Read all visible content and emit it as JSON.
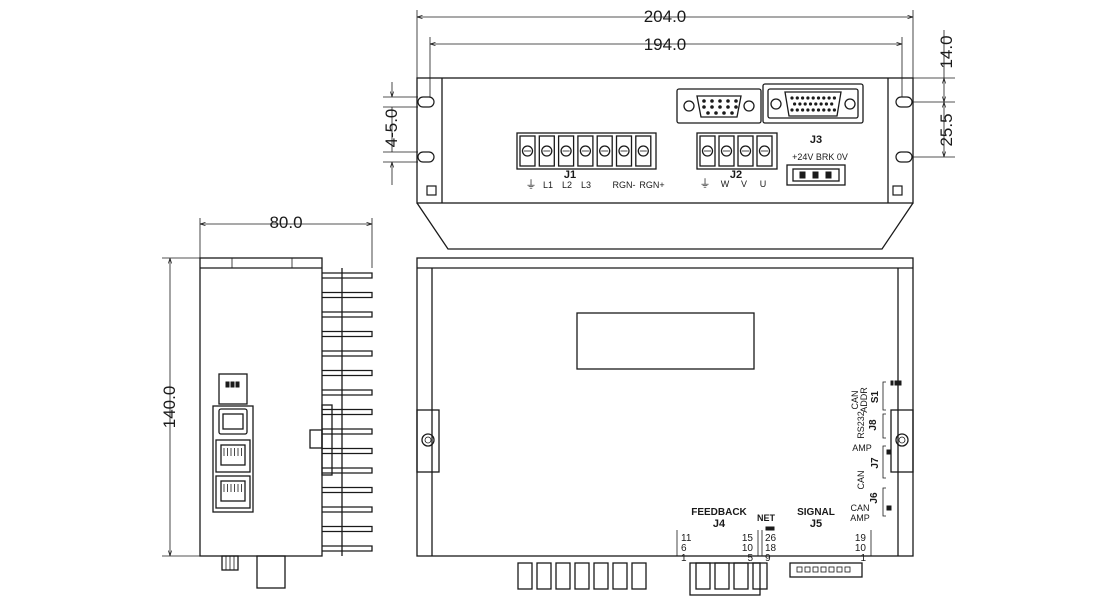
{
  "dimensions": {
    "overall_width": "204.0",
    "hole_spacing": "194.0",
    "right_top": "14.0",
    "right_bottom": "25.5",
    "left_slot": "4-5.0",
    "side_width": "80.0",
    "side_height": "140.0"
  },
  "j1": {
    "title": "J1",
    "ground": "⏚",
    "pins": [
      "L1",
      "L2",
      "L3",
      "RGN-",
      "RGN+"
    ]
  },
  "j2": {
    "title": "J2",
    "ground": "⏚",
    "pins": [
      "W",
      "V",
      "U"
    ]
  },
  "j3": {
    "title": "J3",
    "label": "+24V BRK 0V"
  },
  "front_labels": {
    "can_addr": "CAN ADDR",
    "s1": "S1",
    "rs232": "RS232",
    "j8": "J8",
    "amp": "AMP",
    "j7": "J7",
    "can": "CAN",
    "j6": "J6",
    "can_amp": "CAN AMP",
    "feedback": "FEEDBACK",
    "j4": "J4",
    "net": "NET",
    "signal": "SIGNAL",
    "j5": "J5"
  },
  "j4_pins": {
    "left": [
      "11",
      "6",
      "1"
    ],
    "right": [
      "15",
      "10",
      "5"
    ]
  },
  "j5_pins": {
    "left": [
      "26",
      "18",
      "9"
    ],
    "right": [
      "19",
      "10",
      "1"
    ]
  }
}
